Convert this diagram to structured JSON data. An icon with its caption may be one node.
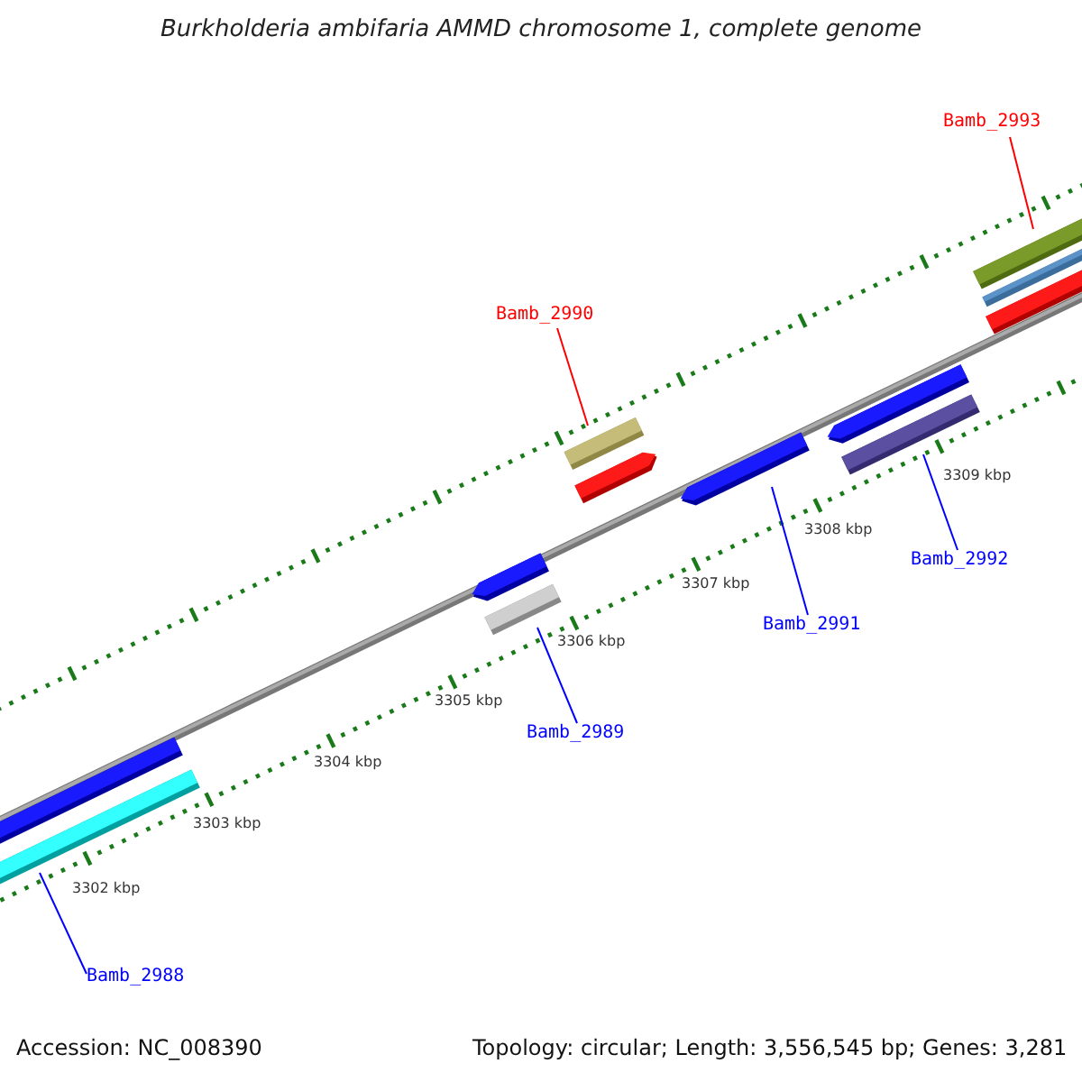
{
  "diagram": {
    "title": "Burkholderia ambifaria AMMD chromosome 1, complete genome",
    "nodes": [
      {
        "text": [
          "Bamb_2993"
        ]
      },
      {
        "text": [],
        "shape": "bar"
      },
      {
        "text": [
          "Bamb_2990"
        ]
      },
      {
        "text": [],
        "shape": "bar"
      },
      {
        "text": [
          "Bamb_2992"
        ]
      },
      {
        "text": [],
        "shape": "bar"
      },
      {
        "text": [
          "Bamb_2991"
        ]
      },
      {
        "text": [],
        "shape": "bar"
      },
      {
        "text": [
          "Bamb_2989"
        ]
      },
      {
        "text": [],
        "shape": "bar"
      },
      {
        "text": [
          "Bamb_2988"
        ]
      },
      {
        "text": [],
        "shape": "bar"
      }
    ],
    "edges": [
      {
        "from": 0,
        "to": 1,
        "arrow": "none",
        "color": "#ff0000"
      },
      {
        "from": 2,
        "to": 3,
        "arrow": "none",
        "color": "#ff0000"
      },
      {
        "from": 4,
        "to": 5,
        "arrow": "none"
      },
      {
        "from": 6,
        "to": 7,
        "arrow": "none"
      },
      {
        "from": 8,
        "to": 9,
        "arrow": "none"
      },
      {
        "from": 10,
        "to": 11,
        "arrow": "none"
      }
    ],
    "labels": [
      "3309 kbp",
      "3308 kbp",
      "3307 kbp",
      "3306 kbp",
      "3305 kbp",
      "3304 kbp",
      "3303 kbp",
      "3302 kbp",
      "Accession: NC_008390",
      "Topology: circular; Length: 3,556,545 bp; Genes: 3,281"
    ]
  }
}
